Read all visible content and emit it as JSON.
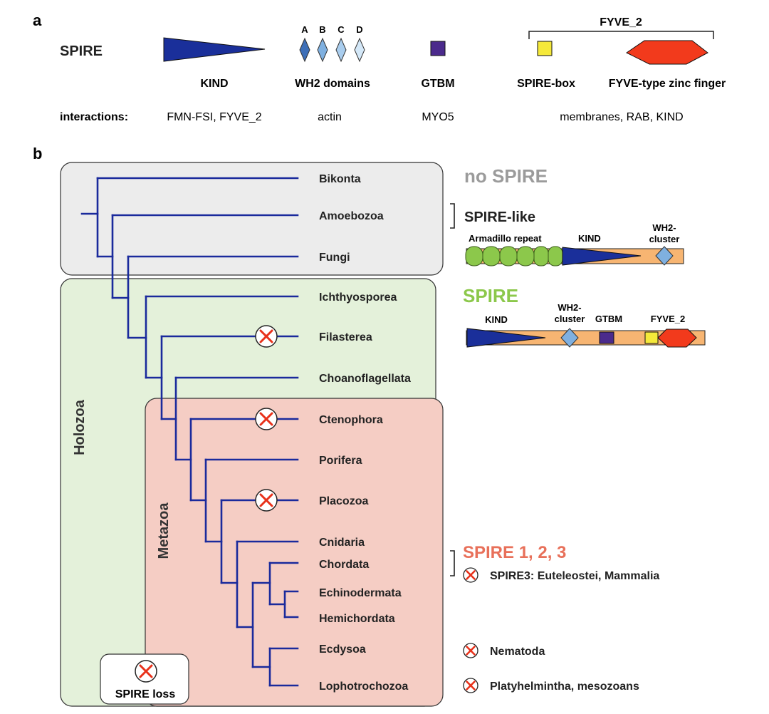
{
  "panel_a": {
    "panel_label": "a",
    "protein_name": "SPIRE",
    "wh2_letters": [
      "A",
      "B",
      "C",
      "D"
    ],
    "fyve2_bracket_label": "FYVE_2",
    "domain_labels": {
      "kind": "KIND",
      "wh2": "WH2 domains",
      "gtbm": "GTBM",
      "spire_box": "SPIRE-box",
      "fyve_zinc": "FYVE-type zinc finger"
    },
    "interactions_title": "interactions:",
    "interactions": {
      "kind": "FMN-FSI, FYVE_2",
      "wh2": "actin",
      "gtbm": "MYO5",
      "membrane": "membranes, RAB, KIND"
    },
    "colors": {
      "kind": "#1a2f9a",
      "wh2": "#7fb0e0",
      "gtbm": "#4b2a8c",
      "spire_box": "#f5e93a",
      "fyve": "#f23a1c"
    }
  },
  "panel_b": {
    "panel_label": "b",
    "taxa": {
      "bikonta": "Bikonta",
      "amoebozoa": "Amoebozoa",
      "fungi": "Fungi",
      "ichthyosporea": "Ichthyosporea",
      "filasterea": "Filasterea",
      "choanoflagellata": "Choanoflagellata",
      "ctenophora": "Ctenophora",
      "porifera": "Porifera",
      "placozoa": "Placozoa",
      "cnidaria": "Cnidaria",
      "chordata": "Chordata",
      "echinodermata": "Echinodermata",
      "hemichordata": "Hemichordata",
      "ecdysoa": "Ecdysoa",
      "lophotrochozoa": "Lophotrochozoa"
    },
    "group_labels": {
      "holozoa": "Holozoa",
      "metazoa": "Metazoa"
    },
    "legend": {
      "spire_loss": "SPIRE loss"
    },
    "annotations": {
      "no_spire": "no SPIRE",
      "spire_like": "SPIRE-like",
      "spire": "SPIRE",
      "spire123": "SPIRE 1, 2, 3",
      "spire3": "SPIRE3: Euteleostei, Mammalia",
      "nematoda": "Nematoda",
      "platyhelmintha": "Platyhelmintha, mesozoans"
    },
    "spire_like_diagram": {
      "armadillo": "Armadillo repeat",
      "kind": "KIND",
      "wh2_line1": "WH2-",
      "wh2_line2": "cluster"
    },
    "spire_diagram": {
      "kind": "KIND",
      "wh2_line1": "WH2-",
      "wh2_line2": "cluster",
      "gtbm": "GTBM",
      "fyve2": "FYVE_2"
    },
    "colors": {
      "tree": "#1a2a9c",
      "box_no_spire": "#ececec",
      "box_holozoa": "#e4f1da",
      "box_metazoa": "#f5cdc4",
      "no_spire_text": "#9b9b9b",
      "spire_text": "#8cc84b",
      "spire123_text": "#e8705a",
      "bar_fill": "#f7b572",
      "armadillo": "#8cc84b",
      "loss_x": "#e8311a"
    }
  }
}
